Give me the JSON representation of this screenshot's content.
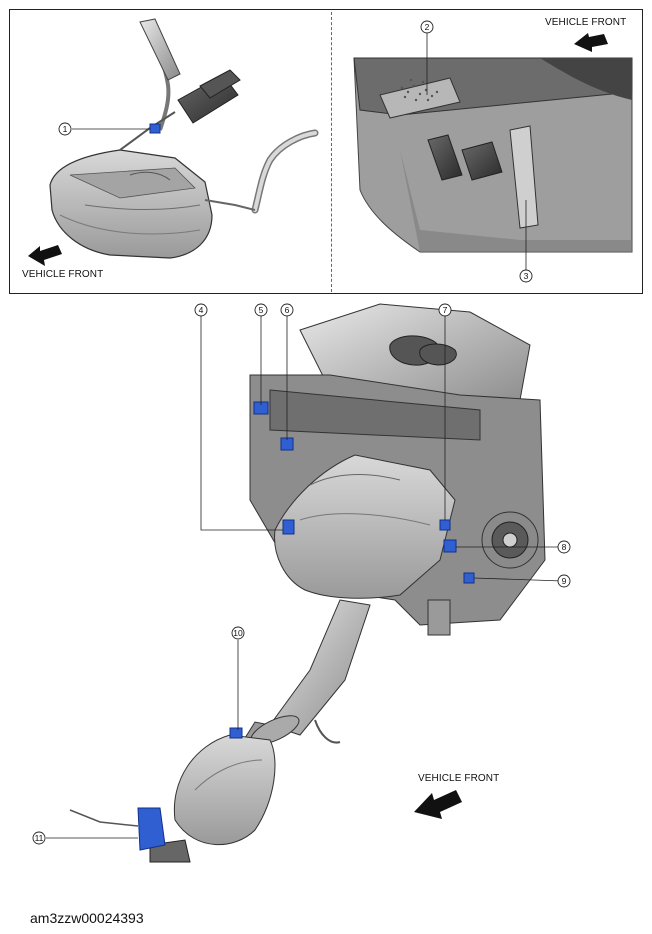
{
  "labels": {
    "vehicle_front_top_left": "VEHICLE FRONT",
    "vehicle_front_top_right": "VEHICLE FRONT",
    "vehicle_front_bottom": "VEHICLE FRONT"
  },
  "callouts": [
    "1",
    "2",
    "3",
    "4",
    "5",
    "6",
    "7",
    "8",
    "9",
    "10",
    "11"
  ],
  "image_id": "am3zzw00024393",
  "colors": {
    "highlight": "#2f5fd0",
    "metal": "#c9c9c9",
    "outline": "#3a3a3a"
  }
}
